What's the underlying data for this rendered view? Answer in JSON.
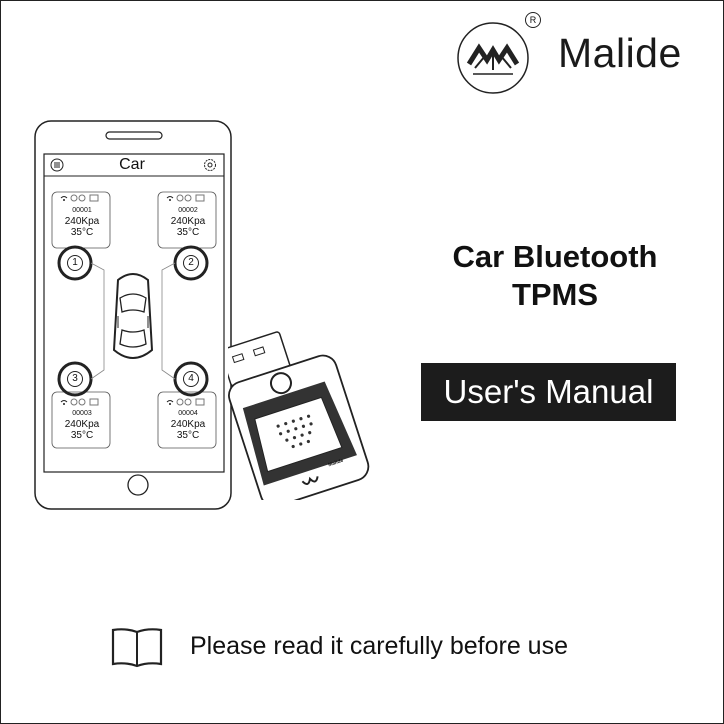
{
  "brand": {
    "name": "Malide",
    "registered": "R"
  },
  "document": {
    "title_line1": "Car Bluetooth",
    "title_line2": "TPMS",
    "subtitle": "User's Manual",
    "notice": "Please read it carefully before use"
  },
  "app": {
    "title": "Car",
    "tires": [
      {
        "id": "00001",
        "pressure": "240Kpa",
        "temperature": "35°C",
        "position": "1"
      },
      {
        "id": "00002",
        "pressure": "240Kpa",
        "temperature": "35°C",
        "position": "2"
      },
      {
        "id": "00003",
        "pressure": "240Kpa",
        "temperature": "35°C",
        "position": "3"
      },
      {
        "id": "00004",
        "pressure": "240Kpa",
        "temperature": "35°C",
        "position": "4"
      }
    ]
  },
  "dongle": {
    "label": "Malide"
  },
  "icons": [
    "malide-logo-icon",
    "menu-icon",
    "settings-gear-icon",
    "wifi-icon",
    "book-icon",
    "car-icon",
    "usb-dongle-icon"
  ]
}
